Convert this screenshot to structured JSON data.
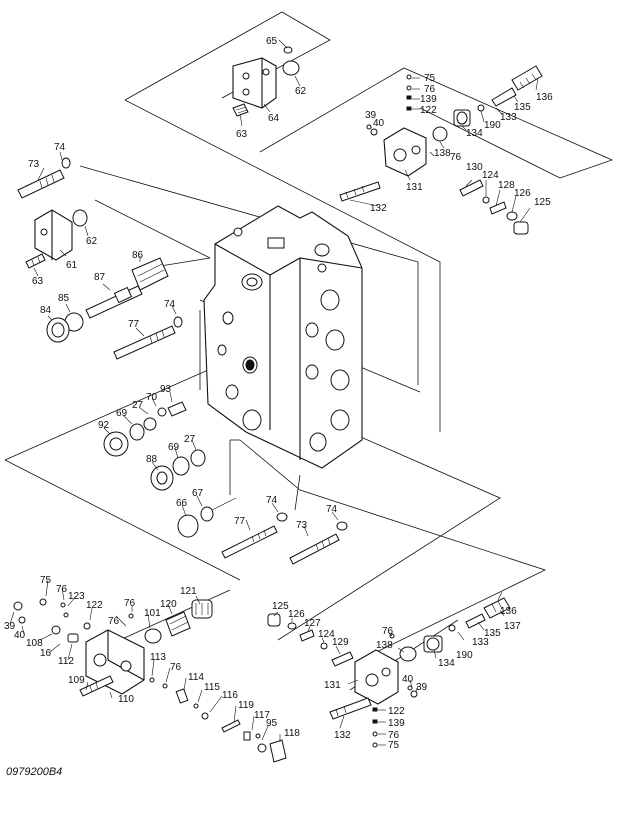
{
  "figure": {
    "drawing_code": "0979200B4"
  },
  "callouts": [
    "65",
    "62",
    "64",
    "63",
    "75",
    "76",
    "139",
    "122",
    "136",
    "135",
    "133",
    "134",
    "39",
    "40",
    "138",
    "76",
    "190",
    "130",
    "131",
    "124",
    "128",
    "126",
    "125",
    "132",
    "74",
    "73",
    "62",
    "61",
    "63",
    "86",
    "87",
    "85",
    "84",
    "74",
    "77",
    "93",
    "70",
    "27",
    "69",
    "92",
    "69",
    "27",
    "88",
    "66",
    "67",
    "74",
    "77",
    "74",
    "73",
    "75",
    "76",
    "123",
    "122",
    "39",
    "40",
    "108",
    "16",
    "112",
    "109",
    "110",
    "76",
    "101",
    "120",
    "121",
    "76",
    "113",
    "76",
    "114",
    "115",
    "116",
    "119",
    "117",
    "95",
    "118",
    "125",
    "126",
    "127",
    "124",
    "129",
    "76",
    "138",
    "136",
    "135",
    "137",
    "133",
    "134",
    "190",
    "131",
    "40",
    "39",
    "122",
    "139",
    "76",
    "75",
    "132"
  ]
}
